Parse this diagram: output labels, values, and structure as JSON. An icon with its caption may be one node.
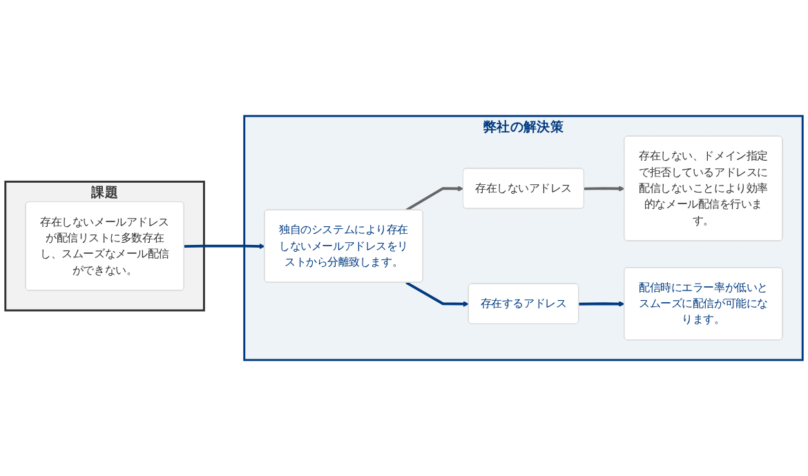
{
  "diagram": {
    "nodes": [
      {
        "text": [
          "課題"
        ]
      },
      {
        "text": [
          "存在しないメールアドレスが配信リストに多数存在し、スムーズなメール配信ができない。"
        ],
        "in": 0
      },
      {
        "text": [
          "弊社の解決策"
        ]
      },
      {
        "text": [
          "独自のシステムにより存在しないメールアドレスをリストから分離致します。"
        ],
        "in": 2
      },
      {
        "text": [
          "存在しないアドレス"
        ],
        "in": 2
      },
      {
        "text": [
          "存在しない、ドメイン指定で拒否しているアドレスに配信しないことにより効率的なメール配信を行います。"
        ],
        "in": 2
      },
      {
        "text": [
          "存在するアドレス"
        ],
        "in": 2
      },
      {
        "text": [
          "配信時にエラー率が低いとスムーズに配信が可能になります。"
        ],
        "in": 2
      }
    ],
    "edges": [
      {
        "from": 1,
        "to": 3,
        "arrow": "to"
      },
      {
        "from": 3,
        "to": 4,
        "arrow": "to",
        "color": "#666666"
      },
      {
        "from": 4,
        "to": 5,
        "arrow": "to",
        "color": "#666666"
      },
      {
        "from": 3,
        "to": 6,
        "arrow": "to"
      },
      {
        "from": 6,
        "to": 7,
        "arrow": "to"
      }
    ]
  }
}
